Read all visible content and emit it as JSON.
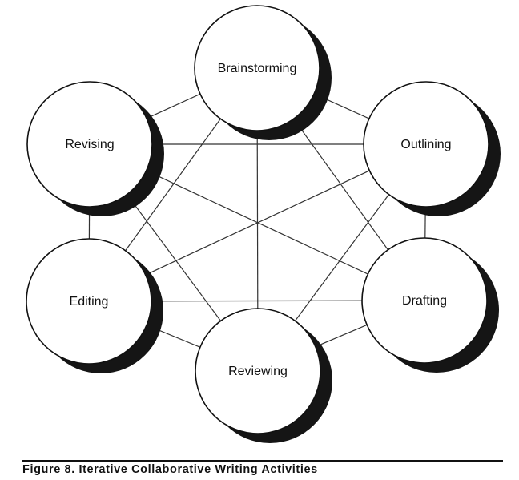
{
  "diagram": {
    "nodes": [
      {
        "id": "brainstorming",
        "label": "Brainstorming"
      },
      {
        "id": "outlining",
        "label": "Outlining"
      },
      {
        "id": "drafting",
        "label": "Drafting"
      },
      {
        "id": "reviewing",
        "label": "Reviewing"
      },
      {
        "id": "editing",
        "label": "Editing"
      },
      {
        "id": "revising",
        "label": "Revising"
      }
    ],
    "edges": [
      [
        "brainstorming",
        "outlining"
      ],
      [
        "brainstorming",
        "drafting"
      ],
      [
        "brainstorming",
        "reviewing"
      ],
      [
        "brainstorming",
        "editing"
      ],
      [
        "brainstorming",
        "revising"
      ],
      [
        "outlining",
        "drafting"
      ],
      [
        "outlining",
        "reviewing"
      ],
      [
        "outlining",
        "editing"
      ],
      [
        "outlining",
        "revising"
      ],
      [
        "drafting",
        "reviewing"
      ],
      [
        "drafting",
        "editing"
      ],
      [
        "drafting",
        "revising"
      ],
      [
        "reviewing",
        "editing"
      ],
      [
        "reviewing",
        "revising"
      ],
      [
        "editing",
        "revising"
      ]
    ],
    "colors": {
      "circle_fill": "#ffffff",
      "outline": "#111111",
      "shadow": "#151515",
      "edge": "#333333"
    }
  },
  "caption": {
    "text": "Figure 8.   Iterative Collaborative Writing Activities"
  }
}
